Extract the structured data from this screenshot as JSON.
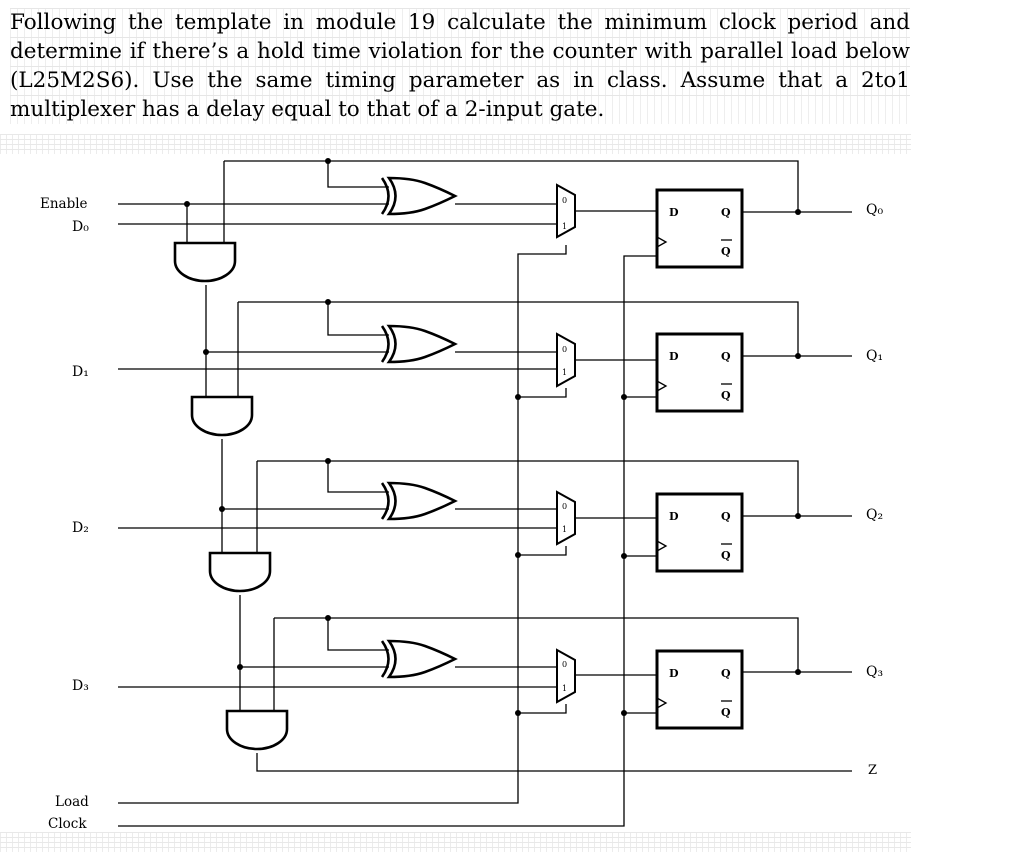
{
  "question": {
    "line1": "Following the template in module 19 calculate the minimum clock period and",
    "line2": "determine if there’s a hold time violation for the counter with parallel load below",
    "line3": "(L25M2S6).  Use the same timing parameter as in class.   Assume that a 2to1",
    "line4": "multiplexer has a delay equal to that of a 2-input gate."
  },
  "inputs": {
    "enable": "Enable",
    "d0": "D₀",
    "d1": "D₁",
    "d2": "D₂",
    "d3": "D₃",
    "load": "Load",
    "clock": "Clock"
  },
  "outputs": {
    "q0": "Q₀",
    "q1": "Q₁",
    "q2": "Q₂",
    "q3": "Q₃",
    "z": "Z"
  },
  "flipflop": {
    "d": "D",
    "q": "Q",
    "qbar": "Q"
  },
  "mux": {
    "in0": "0",
    "in1": "1"
  }
}
